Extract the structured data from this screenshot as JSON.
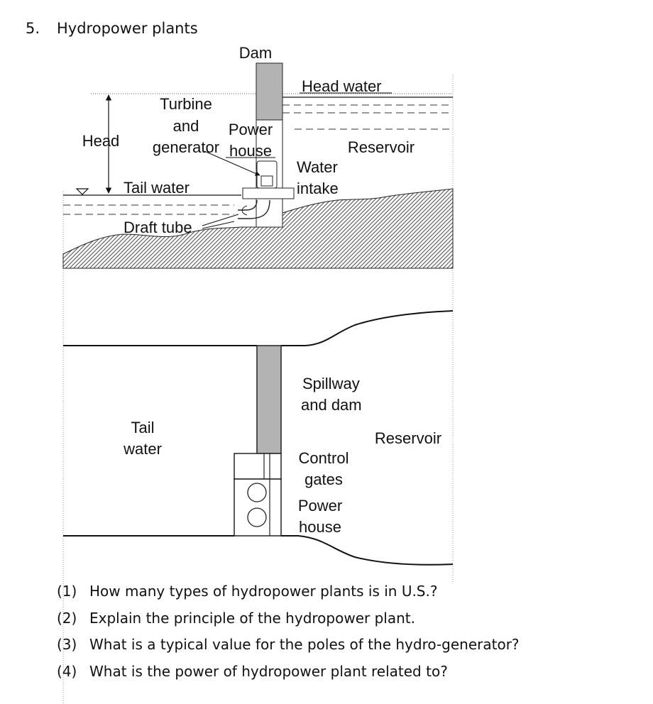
{
  "problem": {
    "number": "5.",
    "title": "Hydropower plants"
  },
  "section_view": {
    "dam": "Dam",
    "head_water": "Head water",
    "turbine_1": "Turbine",
    "turbine_2": "and",
    "turbine_3": "generator",
    "power_house_1": "Power",
    "power_house_2": "house",
    "head": "Head",
    "reservoir": "Reservoir",
    "water_intake_1": "Water",
    "water_intake_2": "intake",
    "tail_water": "Tail water",
    "draft_tube": "Draft tube"
  },
  "plan_view": {
    "spillway_1": "Spillway",
    "spillway_2": "and dam",
    "tail_water_1": "Tail",
    "tail_water_2": "water",
    "reservoir": "Reservoir",
    "control_gates_1": "Control",
    "control_gates_2": "gates",
    "power_house_1": "Power",
    "power_house_2": "house"
  },
  "questions": [
    {
      "num": "(1)",
      "text": "How many types of hydropower plants is in U.S.?"
    },
    {
      "num": "(2)",
      "text": "Explain the principle of the hydropower plant."
    },
    {
      "num": "(3)",
      "text": "What is a typical value for the poles of the hydro-generator?"
    },
    {
      "num": "(4)",
      "text": "What is the power of hydropower plant related to?"
    }
  ],
  "colors": {
    "dam_fill": "#b3b3b3",
    "line": "#111111",
    "hatch": "#666666"
  }
}
